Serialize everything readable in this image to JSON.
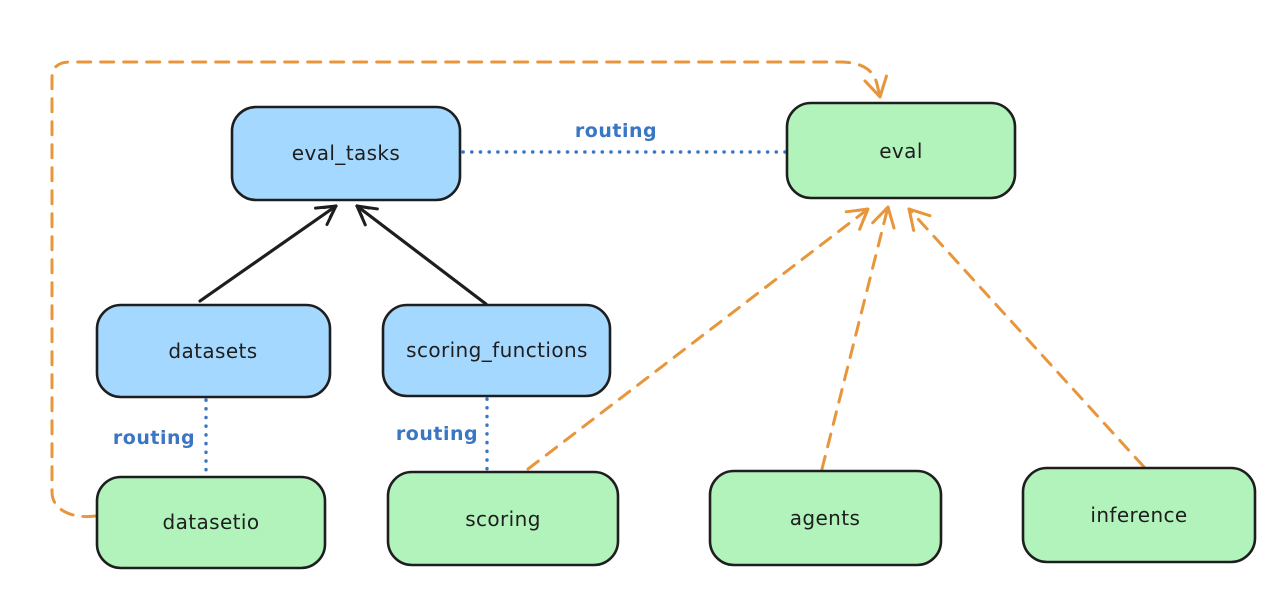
{
  "diagram": {
    "type": "flow-diagram",
    "background": "#ffffff",
    "colors": {
      "node_border": "#1e1e1e",
      "registry_fill": "#a5d8ff",
      "provider_fill": "#b2f2bb",
      "solid_edge": "#1e1e1e",
      "routing_edge": "#3b76c4",
      "dependency_edge": "#e8963c",
      "node_text": "#1e1e1e"
    },
    "nodes": [
      {
        "id": "eval_tasks",
        "label": "eval_tasks",
        "fill": "#a5d8ff"
      },
      {
        "id": "eval",
        "label": "eval",
        "fill": "#b2f2bb"
      },
      {
        "id": "datasets",
        "label": "datasets",
        "fill": "#a5d8ff"
      },
      {
        "id": "scoring_functions",
        "label": "scoring_functions",
        "fill": "#a5d8ff"
      },
      {
        "id": "datasetio",
        "label": "datasetio",
        "fill": "#b2f2bb"
      },
      {
        "id": "scoring",
        "label": "scoring",
        "fill": "#b2f2bb"
      },
      {
        "id": "agents",
        "label": "agents",
        "fill": "#b2f2bb"
      },
      {
        "id": "inference",
        "label": "inference",
        "fill": "#b2f2bb"
      }
    ],
    "edges": [
      {
        "from": "datasets",
        "to": "eval_tasks",
        "style": "solid",
        "arrow": true,
        "label": "",
        "color": "#1e1e1e"
      },
      {
        "from": "scoring_functions",
        "to": "eval_tasks",
        "style": "solid",
        "arrow": true,
        "label": "",
        "color": "#1e1e1e"
      },
      {
        "from": "eval_tasks",
        "to": "eval",
        "style": "dotted",
        "arrow": false,
        "label": "routing",
        "color": "#3b76c4"
      },
      {
        "from": "datasets",
        "to": "datasetio",
        "style": "dotted",
        "arrow": false,
        "label": "routing",
        "color": "#3b76c4"
      },
      {
        "from": "scoring_functions",
        "to": "scoring",
        "style": "dotted",
        "arrow": false,
        "label": "routing",
        "color": "#3b76c4"
      },
      {
        "from": "datasetio",
        "to": "eval",
        "style": "dashed",
        "arrow": true,
        "label": "",
        "color": "#e8963c"
      },
      {
        "from": "scoring",
        "to": "eval",
        "style": "dashed",
        "arrow": true,
        "label": "",
        "color": "#e8963c"
      },
      {
        "from": "agents",
        "to": "eval",
        "style": "dashed",
        "arrow": true,
        "label": "",
        "color": "#e8963c"
      },
      {
        "from": "inference",
        "to": "eval",
        "style": "dashed",
        "arrow": true,
        "label": "",
        "color": "#e8963c"
      }
    ]
  }
}
